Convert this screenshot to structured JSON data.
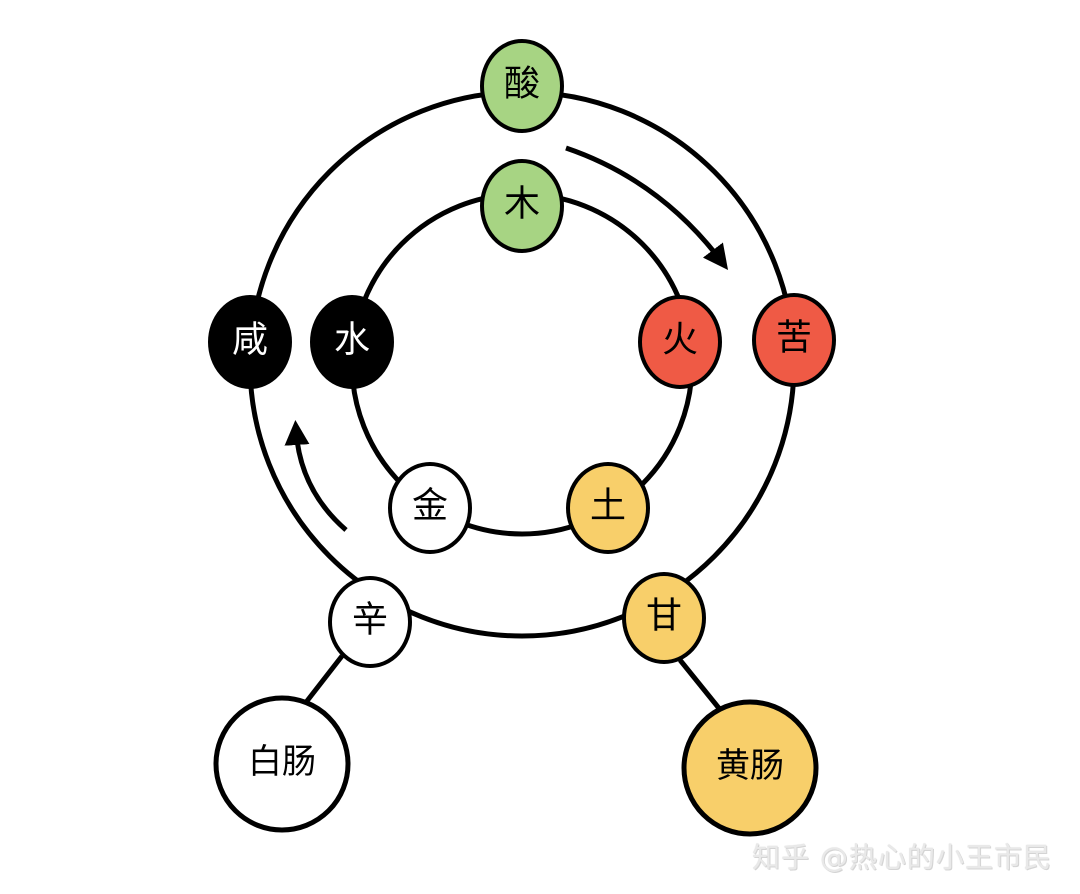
{
  "colors": {
    "green": "#a7d483",
    "red": "#ef5a45",
    "black": "#000000",
    "white": "#ffffff",
    "yellow": "#f8cf6a",
    "stroke": "#000000"
  },
  "outer_ring": {
    "sour": {
      "label": "酸",
      "fill": "green",
      "text": "#000000"
    },
    "bitter": {
      "label": "苦",
      "fill": "red",
      "text": "#000000"
    },
    "sweet": {
      "label": "甘",
      "fill": "yellow",
      "text": "#000000"
    },
    "pungent": {
      "label": "辛",
      "fill": "white",
      "text": "#000000"
    },
    "salty": {
      "label": "咸",
      "fill": "black",
      "text": "#ffffff"
    }
  },
  "inner_ring": {
    "wood": {
      "label": "木",
      "fill": "green",
      "text": "#000000"
    },
    "fire": {
      "label": "火",
      "fill": "red",
      "text": "#000000"
    },
    "earth": {
      "label": "土",
      "fill": "yellow",
      "text": "#000000"
    },
    "metal": {
      "label": "金",
      "fill": "white",
      "text": "#000000"
    },
    "water": {
      "label": "水",
      "fill": "black",
      "text": "#ffffff"
    }
  },
  "branches": {
    "white_bowel": {
      "label": "白肠",
      "fill": "white",
      "text": "#000000"
    },
    "yellow_bowel": {
      "label": "黄肠",
      "fill": "yellow",
      "text": "#000000"
    }
  },
  "watermark": "知乎 @热心的小王市民"
}
